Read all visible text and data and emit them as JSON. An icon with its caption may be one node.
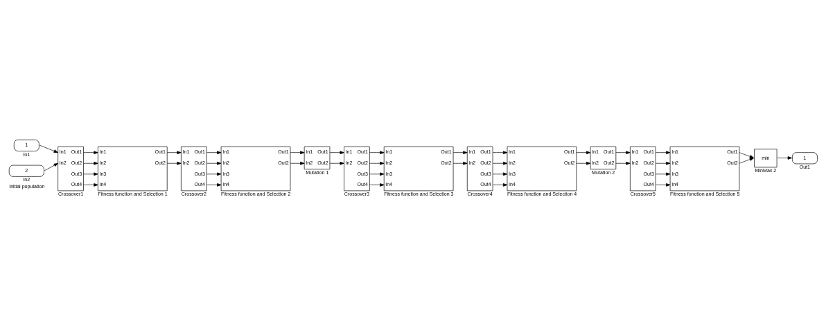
{
  "diagram": {
    "nodes": [
      {
        "text": [
          "1"
        ],
        "beside": [
          "In1"
        ]
      },
      {
        "text": [
          "2"
        ],
        "beside": [
          "In2",
          "Initial population"
        ]
      },
      {
        "text": [
          "In1",
          "In2",
          "Out1",
          "Out2",
          "Out3",
          "Out4"
        ],
        "beside": [
          "Crossover1"
        ]
      },
      {
        "text": [
          "In1",
          "In2",
          "In3",
          "In4",
          "Out1",
          "Out2"
        ],
        "beside": [
          "Fitness function and Selection 1"
        ]
      },
      {
        "text": [
          "In1",
          "In2",
          "Out1",
          "Out2",
          "Out3",
          "Out4"
        ],
        "beside": [
          "Crossover2"
        ]
      },
      {
        "text": [
          "In1",
          "In2",
          "In3",
          "In4",
          "Out1",
          "Out2"
        ],
        "beside": [
          "Fitness function and Selection 2"
        ]
      },
      {
        "text": [
          "In1",
          "In2",
          "Out1",
          "Out2"
        ],
        "beside": [
          "Mutation 1"
        ]
      },
      {
        "text": [
          "In1",
          "In2",
          "Out1",
          "Out2",
          "Out3",
          "Out4"
        ],
        "beside": [
          "Crossover3"
        ]
      },
      {
        "text": [
          "In1",
          "In2",
          "In3",
          "In4",
          "Out1",
          "Out2"
        ],
        "beside": [
          "Fitness function and Selection 3"
        ]
      },
      {
        "text": [
          "In1",
          "In2",
          "Out1",
          "Out2",
          "Out3",
          "Out4"
        ],
        "beside": [
          "Crossover4"
        ]
      },
      {
        "text": [
          "In1",
          "In2",
          "In3",
          "In4",
          "Out1",
          "Out2"
        ],
        "beside": [
          "Fitness function and Selection 4"
        ]
      },
      {
        "text": [
          "In1",
          "In2",
          "Out1",
          "Out2"
        ],
        "beside": [
          "Mutation 2"
        ]
      },
      {
        "text": [
          "In1",
          "In2",
          "Out1",
          "Out2",
          "Out3",
          "Out4"
        ],
        "beside": [
          "Crossover5"
        ]
      },
      {
        "text": [
          "In1",
          "In2",
          "In3",
          "In4",
          "Out1",
          "Out2"
        ],
        "beside": [
          "Fitness function and Selection 5"
        ]
      },
      {
        "text": [
          "min"
        ],
        "beside": [
          "MinMax 2"
        ]
      },
      {
        "text": [
          "1"
        ],
        "beside": [
          "Out1"
        ]
      }
    ],
    "edges": [
      {
        "from": 0,
        "to": 2,
        "arrow": "to"
      },
      {
        "from": 1,
        "to": 2,
        "arrow": "to"
      },
      {
        "from": 2,
        "to": 3,
        "arrow": "to"
      },
      {
        "from": 2,
        "to": 3,
        "arrow": "to"
      },
      {
        "from": 2,
        "to": 3,
        "arrow": "to"
      },
      {
        "from": 2,
        "to": 3,
        "arrow": "to"
      },
      {
        "from": 3,
        "to": 4,
        "arrow": "to"
      },
      {
        "from": 3,
        "to": 4,
        "arrow": "to"
      },
      {
        "from": 4,
        "to": 5,
        "arrow": "to"
      },
      {
        "from": 4,
        "to": 5,
        "arrow": "to"
      },
      {
        "from": 4,
        "to": 5,
        "arrow": "to"
      },
      {
        "from": 4,
        "to": 5,
        "arrow": "to"
      },
      {
        "from": 5,
        "to": 6,
        "arrow": "to"
      },
      {
        "from": 5,
        "to": 6,
        "arrow": "to"
      },
      {
        "from": 6,
        "to": 7,
        "arrow": "to"
      },
      {
        "from": 6,
        "to": 7,
        "arrow": "to"
      },
      {
        "from": 7,
        "to": 8,
        "arrow": "to"
      },
      {
        "from": 7,
        "to": 8,
        "arrow": "to"
      },
      {
        "from": 7,
        "to": 8,
        "arrow": "to"
      },
      {
        "from": 7,
        "to": 8,
        "arrow": "to"
      },
      {
        "from": 8,
        "to": 9,
        "arrow": "to"
      },
      {
        "from": 8,
        "to": 9,
        "arrow": "to"
      },
      {
        "from": 9,
        "to": 10,
        "arrow": "to"
      },
      {
        "from": 9,
        "to": 10,
        "arrow": "to"
      },
      {
        "from": 9,
        "to": 10,
        "arrow": "to"
      },
      {
        "from": 9,
        "to": 10,
        "arrow": "to"
      },
      {
        "from": 10,
        "to": 11,
        "arrow": "to"
      },
      {
        "from": 10,
        "to": 11,
        "arrow": "to"
      },
      {
        "from": 11,
        "to": 12,
        "arrow": "to"
      },
      {
        "from": 11,
        "to": 12,
        "arrow": "to"
      },
      {
        "from": 12,
        "to": 13,
        "arrow": "to"
      },
      {
        "from": 12,
        "to": 13,
        "arrow": "to"
      },
      {
        "from": 12,
        "to": 13,
        "arrow": "to"
      },
      {
        "from": 12,
        "to": 13,
        "arrow": "to"
      },
      {
        "from": 13,
        "to": 14,
        "arrow": "to"
      },
      {
        "from": 13,
        "to": 14,
        "arrow": "to"
      },
      {
        "from": 14,
        "to": 15,
        "arrow": "to"
      }
    ]
  }
}
